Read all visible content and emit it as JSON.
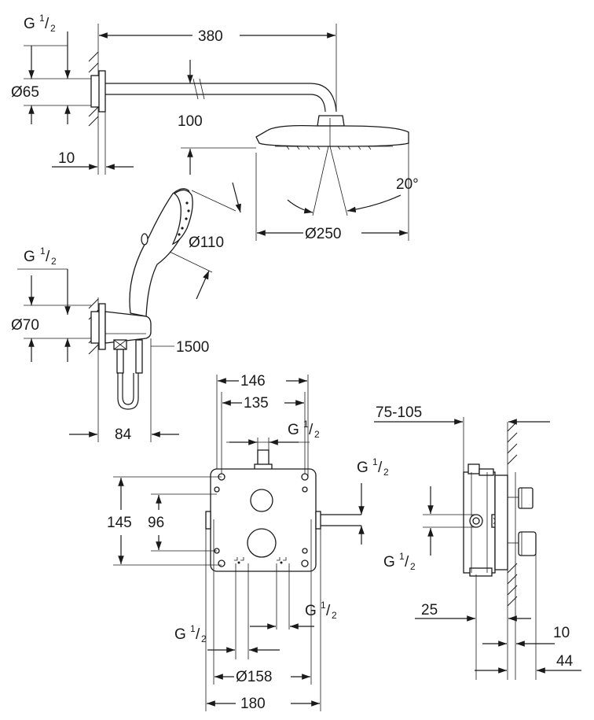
{
  "labels": {
    "top_g": "G",
    "top_g_frac_num": "1",
    "top_g_frac_den": "2",
    "d65": "Ø65",
    "arm_length": "380",
    "drop": "100",
    "wall_offset_top": "10",
    "angle": "20°",
    "d250": "Ø250",
    "d110": "Ø110",
    "mid_g": "G",
    "mid_g_frac_num": "1",
    "mid_g_frac_den": "2",
    "d70": "Ø70",
    "hose": "1500",
    "bracket_depth": "84",
    "w146": "146",
    "w135": "135",
    "box_g_top": "G",
    "box_g_top_num": "1",
    "box_g_top_den": "2",
    "box_g_right": "G",
    "box_g_right_num": "1",
    "box_g_right_den": "2",
    "h145": "145",
    "h96": "96",
    "box_g_bl": "G",
    "box_g_bl_num": "1",
    "box_g_bl_den": "2",
    "box_g_br": "G",
    "box_g_br_num": "1",
    "box_g_br_den": "2",
    "d158": "Ø158",
    "w180": "180",
    "depth_range": "75-105",
    "side_g": "G",
    "side_g_num": "1",
    "side_g_den": "2",
    "d25": "25",
    "d10": "10",
    "d44": "44"
  }
}
